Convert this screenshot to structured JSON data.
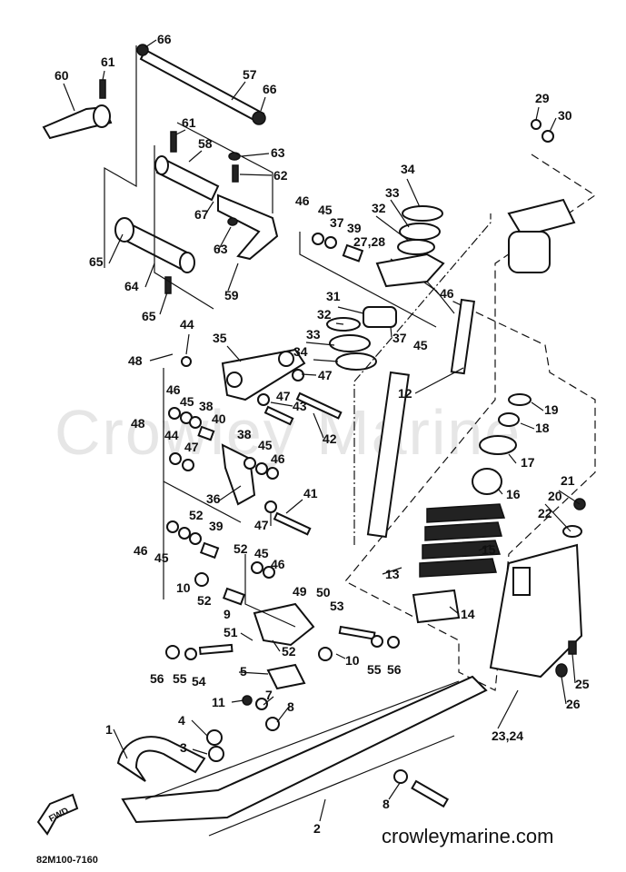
{
  "watermark": "Crowley Marine",
  "site_label": "crowleymarine.com",
  "diagram_code": "82M100-7160",
  "fwd_label": "FWD",
  "callouts": [
    {
      "id": "c66a",
      "text": "66"
    },
    {
      "id": "c61a",
      "text": "61"
    },
    {
      "id": "c60",
      "text": "60"
    },
    {
      "id": "c57",
      "text": "57"
    },
    {
      "id": "c66b",
      "text": "66"
    },
    {
      "id": "c61b",
      "text": "61"
    },
    {
      "id": "c58",
      "text": "58"
    },
    {
      "id": "c63a",
      "text": "63"
    },
    {
      "id": "c62",
      "text": "62"
    },
    {
      "id": "c67",
      "text": "67"
    },
    {
      "id": "c63b",
      "text": "63"
    },
    {
      "id": "c65a",
      "text": "65"
    },
    {
      "id": "c64",
      "text": "64"
    },
    {
      "id": "c65b",
      "text": "65"
    },
    {
      "id": "c59",
      "text": "59"
    },
    {
      "id": "c29",
      "text": "29"
    },
    {
      "id": "c30",
      "text": "30"
    },
    {
      "id": "c34a",
      "text": "34"
    },
    {
      "id": "c33a",
      "text": "33"
    },
    {
      "id": "c32a",
      "text": "32"
    },
    {
      "id": "c46a",
      "text": "46"
    },
    {
      "id": "c45a",
      "text": "45"
    },
    {
      "id": "c37a",
      "text": "37"
    },
    {
      "id": "c39a",
      "text": "39"
    },
    {
      "id": "c2728",
      "text": "27,28"
    },
    {
      "id": "c46b",
      "text": "46"
    },
    {
      "id": "c31",
      "text": "31"
    },
    {
      "id": "c32b",
      "text": "32"
    },
    {
      "id": "c37b",
      "text": "37"
    },
    {
      "id": "c45b",
      "text": "45"
    },
    {
      "id": "c33b",
      "text": "33"
    },
    {
      "id": "c34b",
      "text": "34"
    },
    {
      "id": "c44a",
      "text": "44"
    },
    {
      "id": "c48a",
      "text": "48"
    },
    {
      "id": "c35",
      "text": "35"
    },
    {
      "id": "c47a",
      "text": "47"
    },
    {
      "id": "c12",
      "text": "12"
    },
    {
      "id": "c46c",
      "text": "46"
    },
    {
      "id": "c45c",
      "text": "45"
    },
    {
      "id": "c38a",
      "text": "38"
    },
    {
      "id": "c40",
      "text": "40"
    },
    {
      "id": "c47b",
      "text": "47"
    },
    {
      "id": "c43",
      "text": "43"
    },
    {
      "id": "c42",
      "text": "42"
    },
    {
      "id": "c19",
      "text": "19"
    },
    {
      "id": "c18",
      "text": "18"
    },
    {
      "id": "c48b",
      "text": "48"
    },
    {
      "id": "c44b",
      "text": "44"
    },
    {
      "id": "c47c",
      "text": "47"
    },
    {
      "id": "c38b",
      "text": "38"
    },
    {
      "id": "c45d",
      "text": "45"
    },
    {
      "id": "c46d",
      "text": "46"
    },
    {
      "id": "c17",
      "text": "17"
    },
    {
      "id": "c16",
      "text": "16"
    },
    {
      "id": "c36",
      "text": "36"
    },
    {
      "id": "c41",
      "text": "41"
    },
    {
      "id": "c47d",
      "text": "47"
    },
    {
      "id": "c21",
      "text": "21"
    },
    {
      "id": "c20",
      "text": "20"
    },
    {
      "id": "c22",
      "text": "22"
    },
    {
      "id": "c52a",
      "text": "52"
    },
    {
      "id": "c39b",
      "text": "39"
    },
    {
      "id": "c46e",
      "text": "46"
    },
    {
      "id": "c45e",
      "text": "45"
    },
    {
      "id": "c15",
      "text": "15"
    },
    {
      "id": "c52b",
      "text": "52"
    },
    {
      "id": "c45f",
      "text": "45"
    },
    {
      "id": "c46f",
      "text": "46"
    },
    {
      "id": "c13",
      "text": "13"
    },
    {
      "id": "c10a",
      "text": "10"
    },
    {
      "id": "c52c",
      "text": "52"
    },
    {
      "id": "c49",
      "text": "49"
    },
    {
      "id": "c50",
      "text": "50"
    },
    {
      "id": "c53",
      "text": "53"
    },
    {
      "id": "c9",
      "text": "9"
    },
    {
      "id": "c14",
      "text": "14"
    },
    {
      "id": "c51",
      "text": "51"
    },
    {
      "id": "c52d",
      "text": "52"
    },
    {
      "id": "c10b",
      "text": "10"
    },
    {
      "id": "c55a",
      "text": "55"
    },
    {
      "id": "c56a",
      "text": "56"
    },
    {
      "id": "c56b",
      "text": "56"
    },
    {
      "id": "c55b",
      "text": "55"
    },
    {
      "id": "c54",
      "text": "54"
    },
    {
      "id": "c5",
      "text": "5"
    },
    {
      "id": "c25",
      "text": "25"
    },
    {
      "id": "c26",
      "text": "26"
    },
    {
      "id": "c11",
      "text": "11"
    },
    {
      "id": "c7",
      "text": "7"
    },
    {
      "id": "c8a",
      "text": "8"
    },
    {
      "id": "c2324",
      "text": "23,24"
    },
    {
      "id": "c1",
      "text": "1"
    },
    {
      "id": "c4",
      "text": "4"
    },
    {
      "id": "c3",
      "text": "3"
    },
    {
      "id": "c8b",
      "text": "8"
    },
    {
      "id": "c2",
      "text": "2"
    }
  ]
}
